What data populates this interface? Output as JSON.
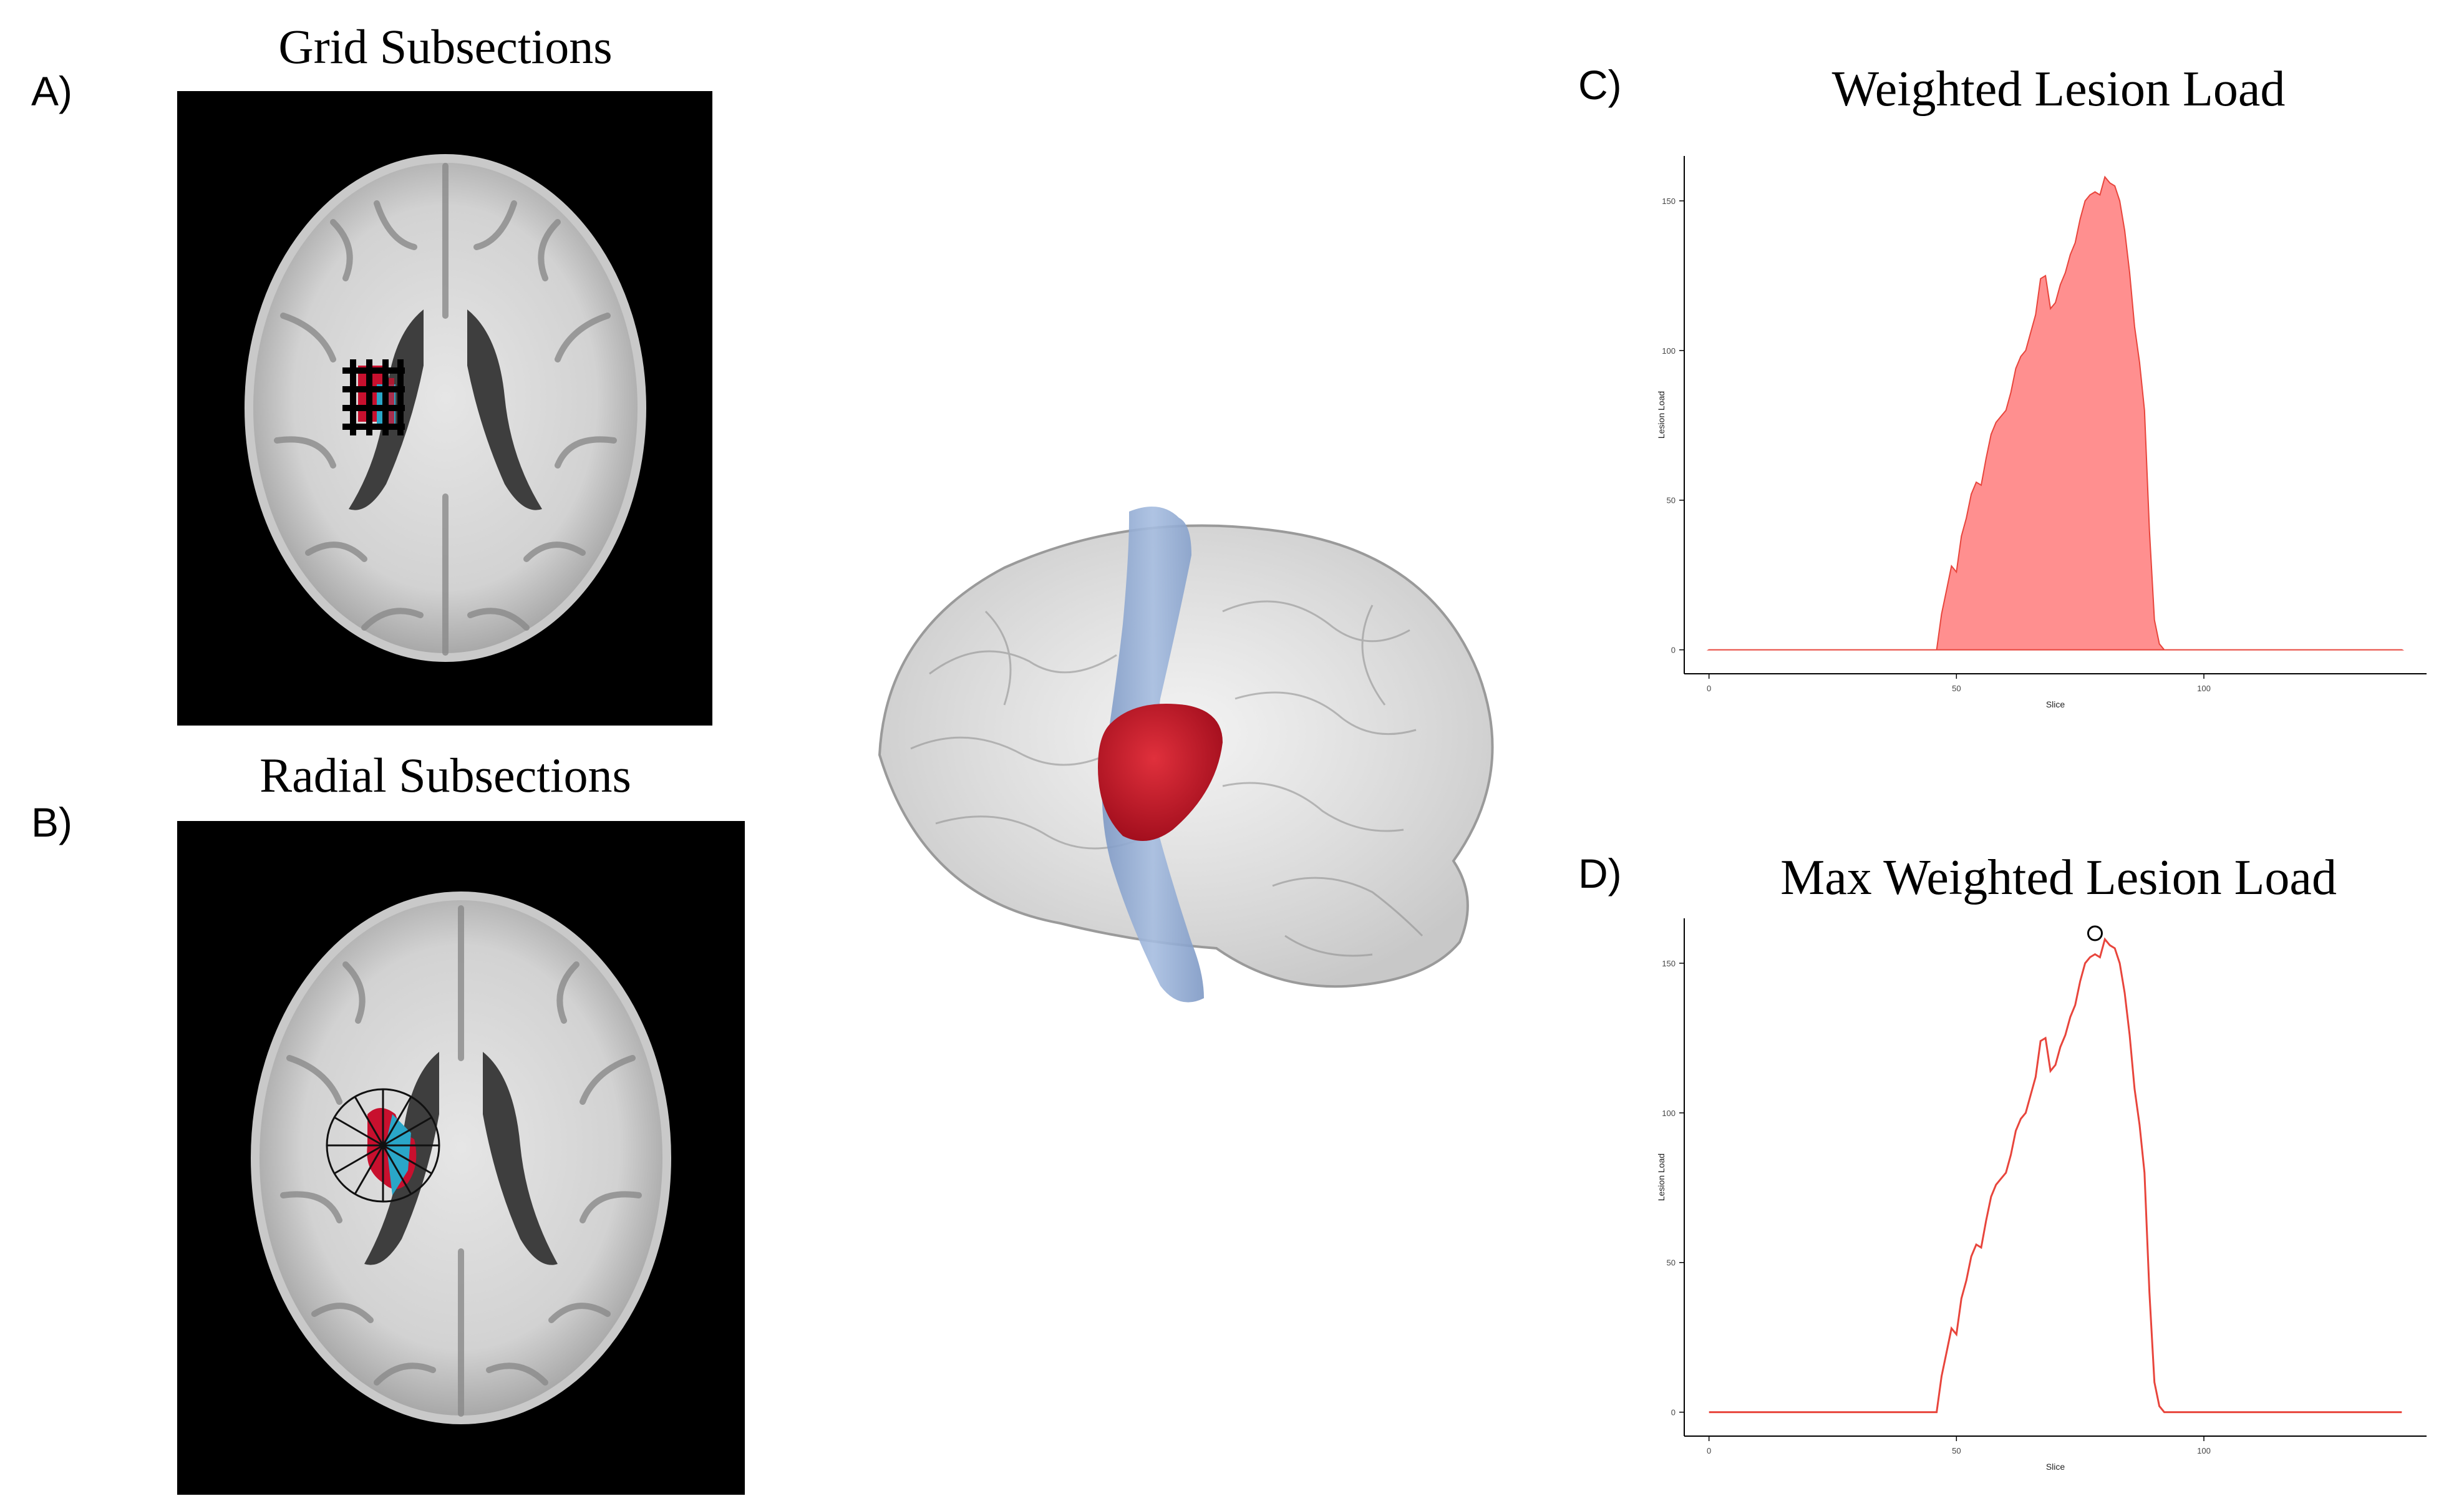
{
  "panels": {
    "a": {
      "letter": "A)",
      "title": "Grid Subsections"
    },
    "b": {
      "letter": "B)",
      "title": "Radial Subsections"
    },
    "c": {
      "letter": "C)",
      "title": "Weighted Lesion Load"
    },
    "d": {
      "letter": "D)",
      "title": "Max Weighted Lesion Load"
    }
  },
  "colors": {
    "lesion": "#c8102e",
    "tract": "#8eaad4",
    "subsection": "#2aa6c8",
    "area_fill": "#ff8f8f",
    "line": "#e8453c"
  },
  "chart_data": [
    {
      "id": "weighted_lesion_load",
      "type": "area",
      "title": "Weighted Lesion Load",
      "xlabel": "Slice",
      "ylabel": "Lesion Load",
      "xlim": [
        -5,
        145
      ],
      "ylim": [
        -8,
        165
      ],
      "xticks": [
        0,
        50,
        100
      ],
      "yticks": [
        0,
        50,
        100,
        150
      ],
      "grid": false,
      "x": [
        0,
        46,
        47,
        48,
        49,
        50,
        51,
        52,
        53,
        54,
        55,
        56,
        57,
        58,
        59,
        60,
        61,
        62,
        63,
        64,
        65,
        66,
        67,
        68,
        69,
        70,
        71,
        72,
        73,
        74,
        75,
        76,
        77,
        78,
        79,
        80,
        81,
        82,
        83,
        84,
        85,
        86,
        87,
        88,
        89,
        90,
        91,
        92,
        140
      ],
      "y": [
        0,
        0,
        12,
        20,
        28,
        26,
        38,
        44,
        52,
        56,
        55,
        64,
        72,
        76,
        78,
        80,
        86,
        94,
        98,
        100,
        106,
        112,
        124,
        125,
        114,
        116,
        122,
        126,
        132,
        136,
        144,
        150,
        152,
        153,
        152,
        158,
        156,
        155,
        150,
        140,
        126,
        108,
        96,
        80,
        40,
        10,
        2,
        0,
        0
      ]
    },
    {
      "id": "max_weighted_lesion_load",
      "type": "line",
      "title": "Max Weighted Lesion Load",
      "xlabel": "Slice",
      "ylabel": "Lesion Load",
      "xlim": [
        -5,
        145
      ],
      "ylim": [
        -8,
        165
      ],
      "xticks": [
        0,
        50,
        100
      ],
      "yticks": [
        0,
        50,
        100,
        150
      ],
      "grid": false,
      "x": [
        0,
        46,
        47,
        48,
        49,
        50,
        51,
        52,
        53,
        54,
        55,
        56,
        57,
        58,
        59,
        60,
        61,
        62,
        63,
        64,
        65,
        66,
        67,
        68,
        69,
        70,
        71,
        72,
        73,
        74,
        75,
        76,
        77,
        78,
        79,
        80,
        81,
        82,
        83,
        84,
        85,
        86,
        87,
        88,
        89,
        90,
        91,
        92,
        140
      ],
      "y": [
        0,
        0,
        12,
        20,
        28,
        26,
        38,
        44,
        52,
        56,
        55,
        64,
        72,
        76,
        78,
        80,
        86,
        94,
        98,
        100,
        106,
        112,
        124,
        125,
        114,
        116,
        122,
        126,
        132,
        136,
        144,
        150,
        152,
        153,
        152,
        158,
        156,
        155,
        150,
        140,
        126,
        108,
        96,
        80,
        40,
        10,
        2,
        0,
        0
      ],
      "max_marker": {
        "x": 78,
        "y": 160
      }
    }
  ]
}
